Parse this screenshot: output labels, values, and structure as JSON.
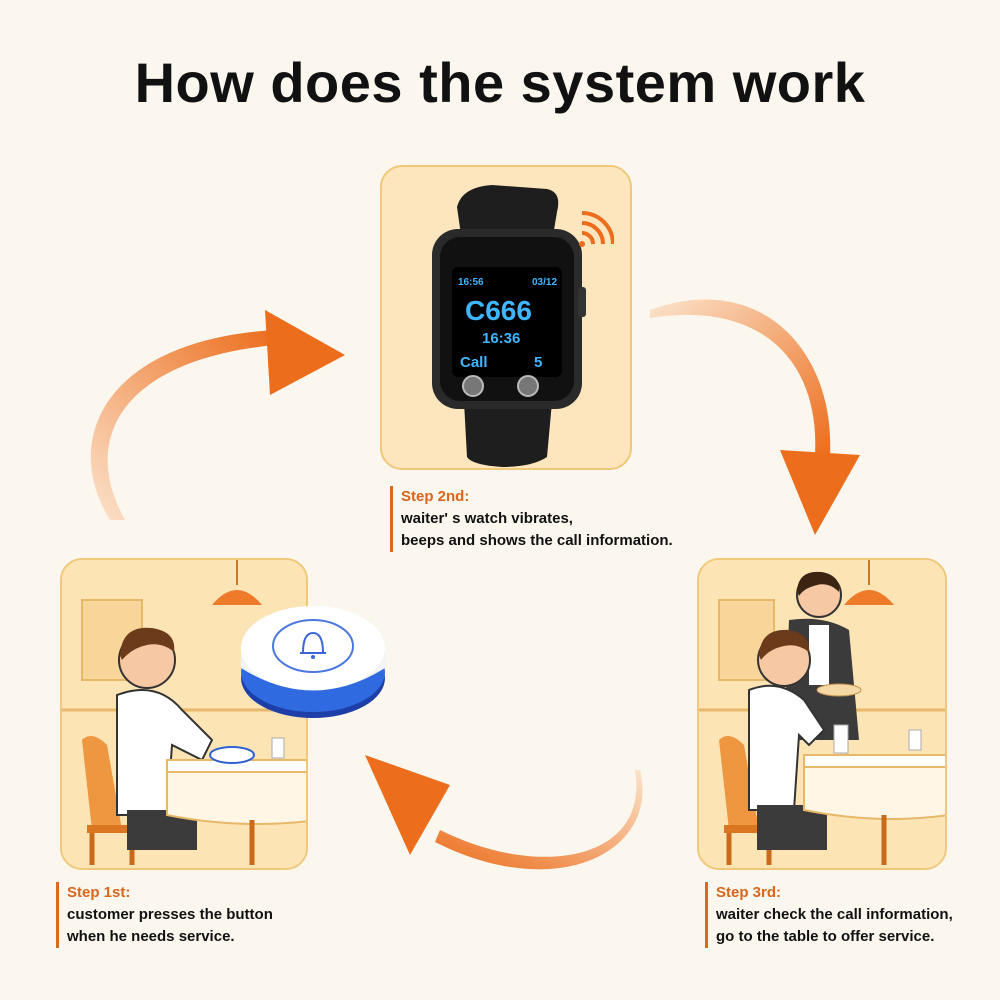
{
  "title": "How does the system work",
  "watch": {
    "time_small": "16:56",
    "date": "03/12",
    "call_code": "C666",
    "call_time": "16:36",
    "call_label": "Call",
    "call_count": "5"
  },
  "steps": [
    {
      "label": "Step 2nd:",
      "lines": [
        "waiter' s watch vibrates,",
        "beeps and shows the call information."
      ]
    },
    {
      "label": "Step 1st:",
      "lines": [
        "customer presses the button",
        "when he needs service."
      ]
    },
    {
      "label": "Step 3rd:",
      "lines": [
        "waiter check the call information,",
        "go to the table to offer service."
      ]
    }
  ],
  "colors": {
    "accent": "#d9661b",
    "arrow": "#ee7a2a",
    "panel": "#fdebc4",
    "panel_border": "#f1c77a",
    "watch_text": "#3fb6ff",
    "button_ring": "#2f5fd1"
  }
}
